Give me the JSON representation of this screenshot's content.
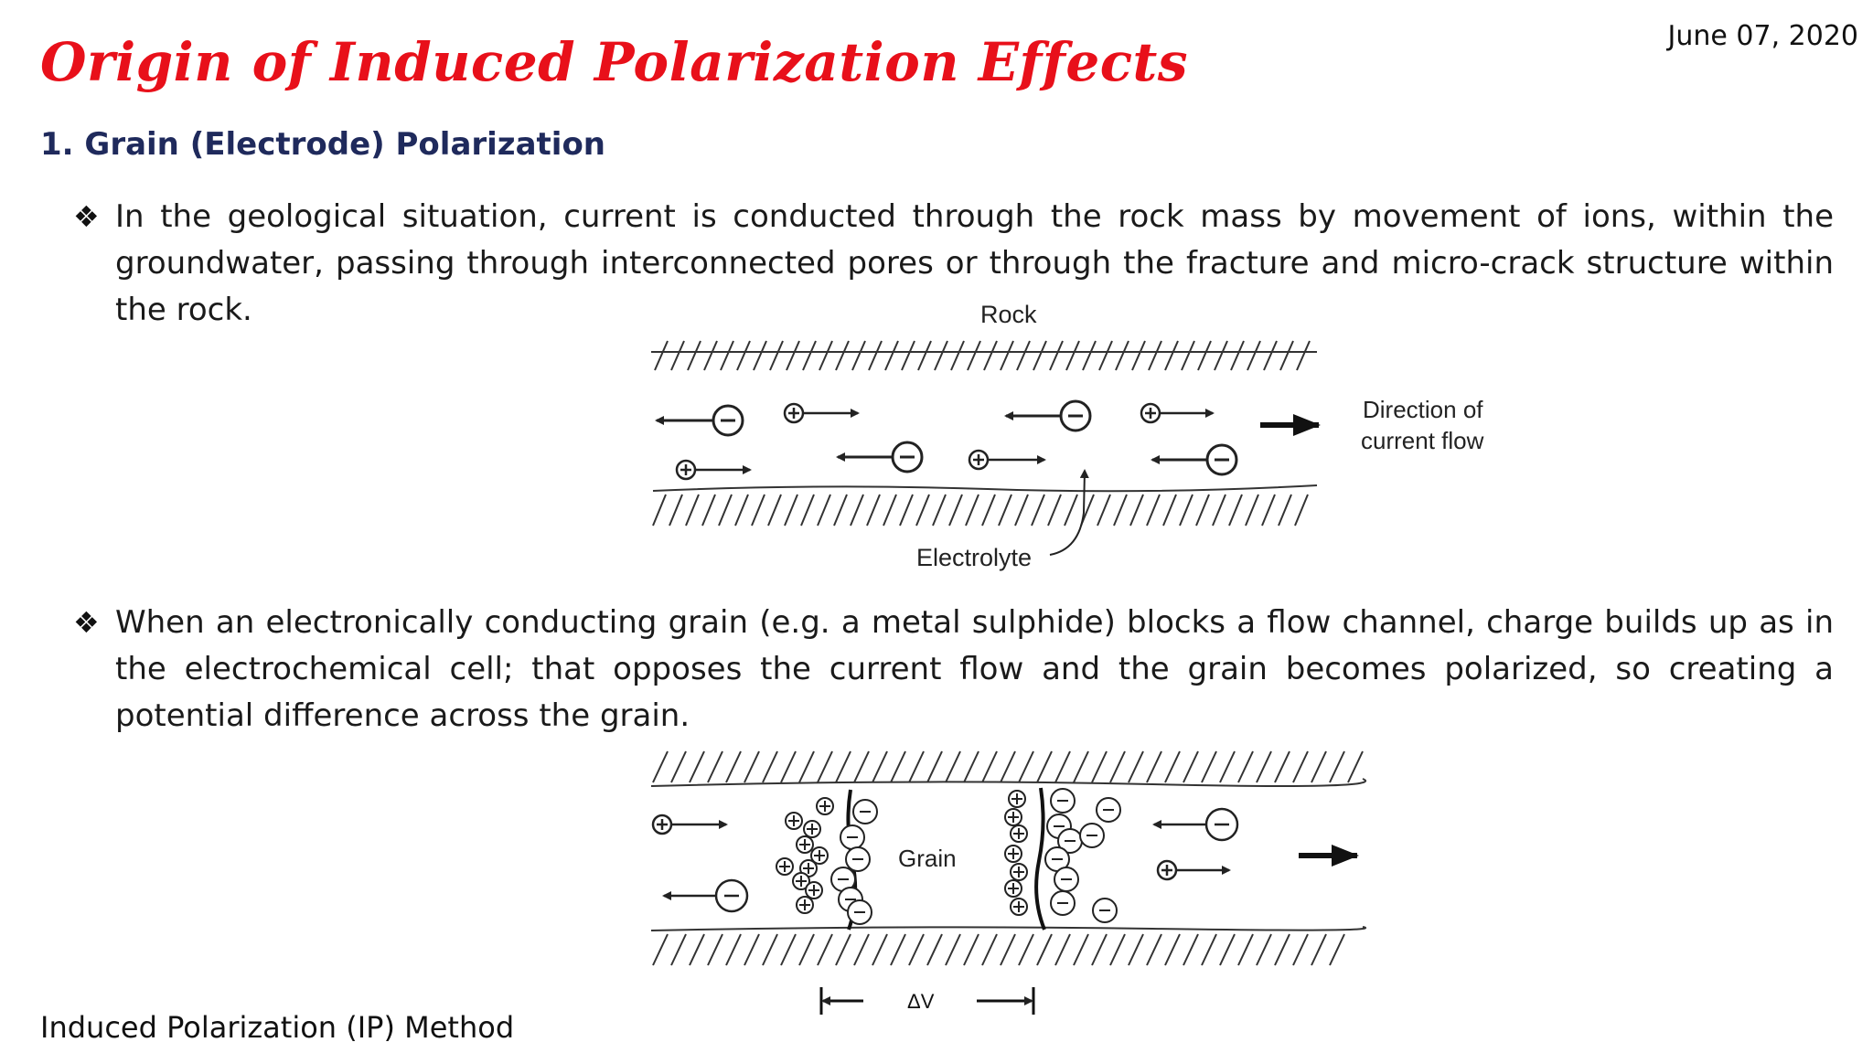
{
  "date": "June 07, 2020",
  "title": "Origin of Induced Polarization Effects",
  "subtitle": "1. Grain (Electrode) Polarization",
  "bullets": [
    {
      "symbol": "❖",
      "text": "In the geological situation, current is conducted through the rock mass by movement  of ions, within the groundwater, passing through interconnected pores or through the fracture and micro-crack structure within the rock."
    },
    {
      "symbol": "❖",
      "text": "When an electronically conducting grain (e.g. a metal sulphide) blocks a flow channel, charge builds up as in the electrochemical cell; that opposes the current flow and the grain becomes polarized, so creating a potential difference across the grain."
    }
  ],
  "diagram1": {
    "rock_label": "Rock",
    "electrolyte_label": "Electrolyte",
    "direction_label_line1": "Direction of",
    "direction_label_line2": "current flow"
  },
  "diagram2": {
    "grain_label": "Grain",
    "delta_v_label": "ΔV"
  },
  "footer": "Induced Polarization (IP) Method"
}
